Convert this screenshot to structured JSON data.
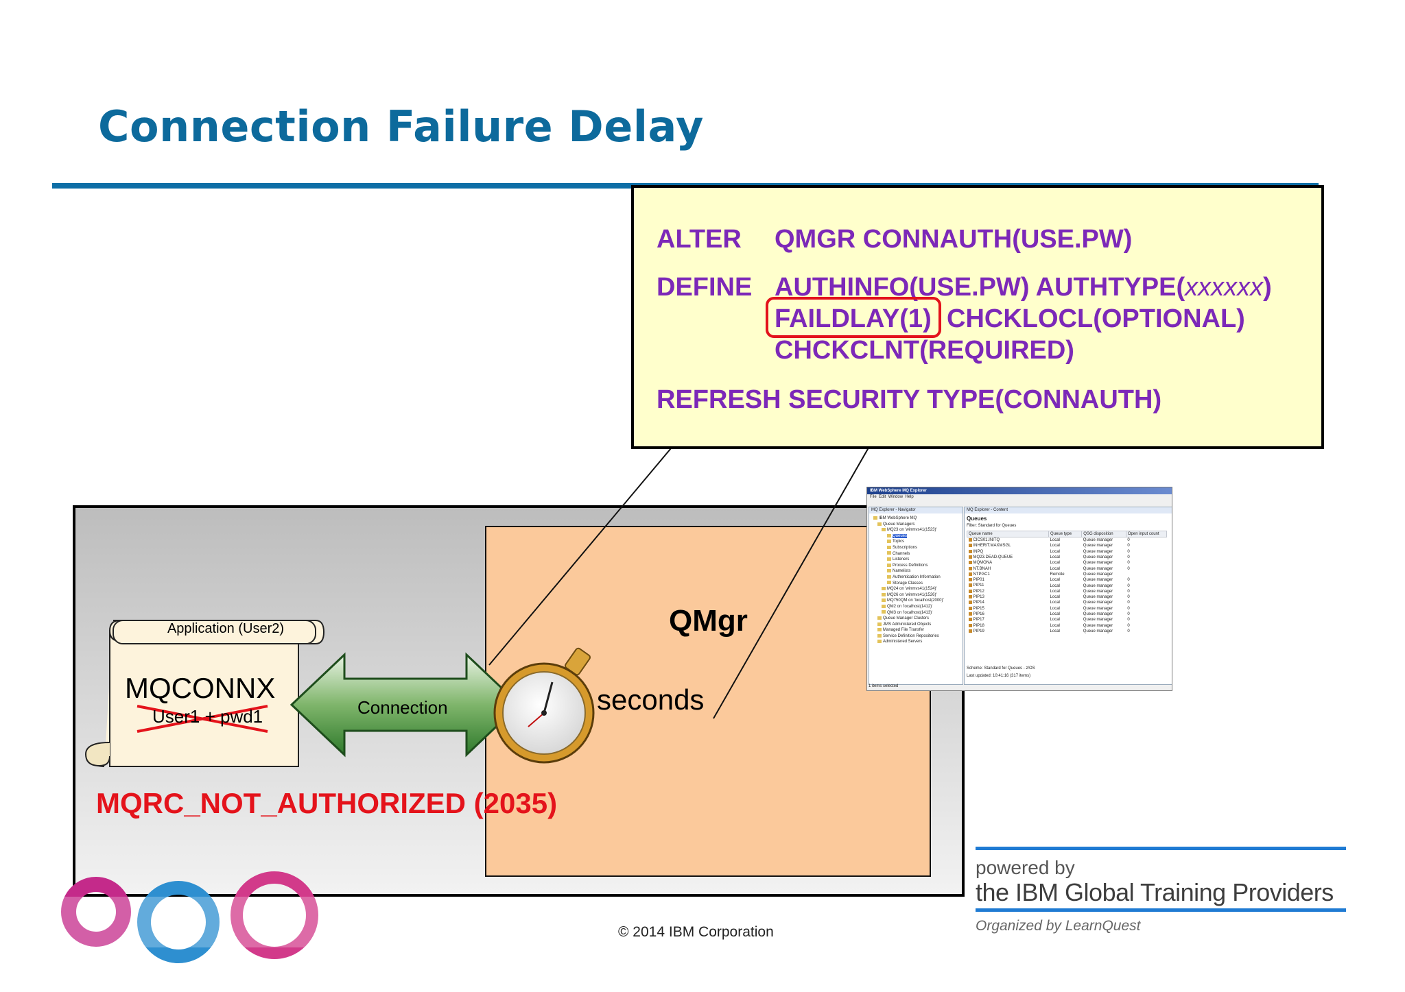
{
  "slide": {
    "title": "Connection Failure Delay",
    "copyright": "© 2014 IBM Corporation"
  },
  "commands": {
    "alter_kw": "ALTER",
    "alter_args": "QMGR CONNAUTH(USE.PW)",
    "define_kw": "DEFINE",
    "define_line1": "AUTHINFO(USE.PW) AUTHTYPE(",
    "define_line1_italic": "xxxxxx",
    "define_line1_end": ")",
    "define_failday": "FAILDLAY(1)",
    "define_line2_rest": "CHCKLOCL(OPTIONAL)",
    "define_line3": "CHCKCLNT(REQUIRED)",
    "refresh": "REFRESH SECURITY TYPE(CONNAUTH)"
  },
  "diagram": {
    "application_title": "Application (User2)",
    "mqconnx": "MQCONNX",
    "credentials_struck": "User1 + pwd1",
    "connection_label": "Connection",
    "qmgr_label": "QMgr",
    "seconds_label": "seconds",
    "error": "MQRC_NOT_AUTHORIZED (2035)"
  },
  "explorer": {
    "window_title": "IBM WebSphere MQ Explorer",
    "menu": [
      "File",
      "Edit",
      "Window",
      "Help"
    ],
    "navigator_tab": "MQ Explorer - Navigator",
    "content_tab": "MQ Explorer - Content",
    "tree": [
      "IBM WebSphere MQ",
      "Queue Managers",
      "MQ23 on 'winmvs41(1523)'",
      "Queues",
      "Topics",
      "Subscriptions",
      "Channels",
      "Listeners",
      "Process Definitions",
      "Namelists",
      "Authentication Information",
      "Storage Classes",
      "MQ24 on 'winmvs41(1524)'",
      "MQ26 on 'winmvs41(1526)'",
      "MQ750QM on 'localhost(2000)'",
      "QM2 on 'localhost(1412)'",
      "QM3 on 'localhost(1413)'",
      "Queue Manager Clusters",
      "JMS Administered Objects",
      "Managed File Transfer",
      "Service Definition Repositories",
      "Administered Servers"
    ],
    "queues_heading": "Queues",
    "filter": "Filter: Standard for Queues",
    "columns": [
      "Queue name",
      "Queue type",
      "QSG disposition",
      "Open input count"
    ],
    "rows": [
      [
        "CICS01.INITQ",
        "Local",
        "Queue manager",
        "0"
      ],
      [
        "INHERIT.MAXMSGL",
        "Local",
        "Queue manager",
        "0"
      ],
      [
        "INPQ",
        "Local",
        "Queue manager",
        "0"
      ],
      [
        "MQ23.DEAD.QUEUE",
        "Local",
        "Queue manager",
        "0"
      ],
      [
        "MQMONA",
        "Local",
        "Queue manager",
        "0"
      ],
      [
        "NT.BNAH",
        "Local",
        "Queue manager",
        "0"
      ],
      [
        "NTPGC1",
        "Remote",
        "Queue manager",
        ""
      ],
      [
        "PIP01",
        "Local",
        "Queue manager",
        "0"
      ],
      [
        "PIP11",
        "Local",
        "Queue manager",
        "0"
      ],
      [
        "PIP12",
        "Local",
        "Queue manager",
        "0"
      ],
      [
        "PIP13",
        "Local",
        "Queue manager",
        "0"
      ],
      [
        "PIP14",
        "Local",
        "Queue manager",
        "0"
      ],
      [
        "PIP15",
        "Local",
        "Queue manager",
        "0"
      ],
      [
        "PIP16",
        "Local",
        "Queue manager",
        "0"
      ],
      [
        "PIP17",
        "Local",
        "Queue manager",
        "0"
      ],
      [
        "PIP18",
        "Local",
        "Queue manager",
        "0"
      ],
      [
        "PIP19",
        "Local",
        "Queue manager",
        "0"
      ]
    ],
    "scheme": "Scheme: Standard for Queues - z/OS",
    "last_updated": "Last updated: 10:41:16 (317 items)",
    "status": "1 items selected"
  },
  "brand": {
    "powered_by": "powered by",
    "name": "the IBM Global Training Providers",
    "sub": "Organized by LearnQuest"
  },
  "colors": {
    "title": "#0d6a9c",
    "command_text": "#7c28b8",
    "highlight": "#e3121b",
    "error": "#e4131b",
    "qmgr_fill": "#fbc99b",
    "command_box_fill": "#ffffcc"
  }
}
